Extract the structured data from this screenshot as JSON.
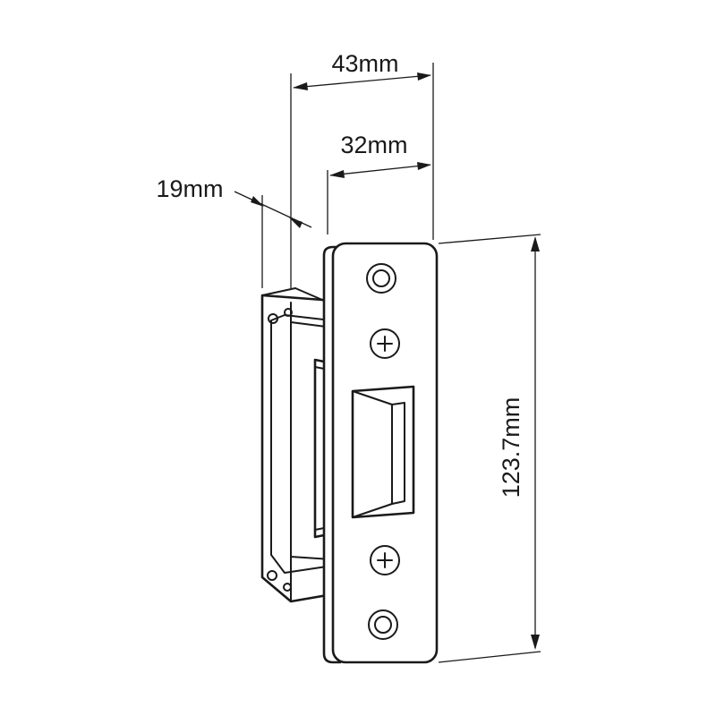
{
  "dimensions": {
    "overall_width": "43mm",
    "faceplate_width": "32mm",
    "body_depth": "19mm",
    "faceplate_height": "123.7mm"
  }
}
